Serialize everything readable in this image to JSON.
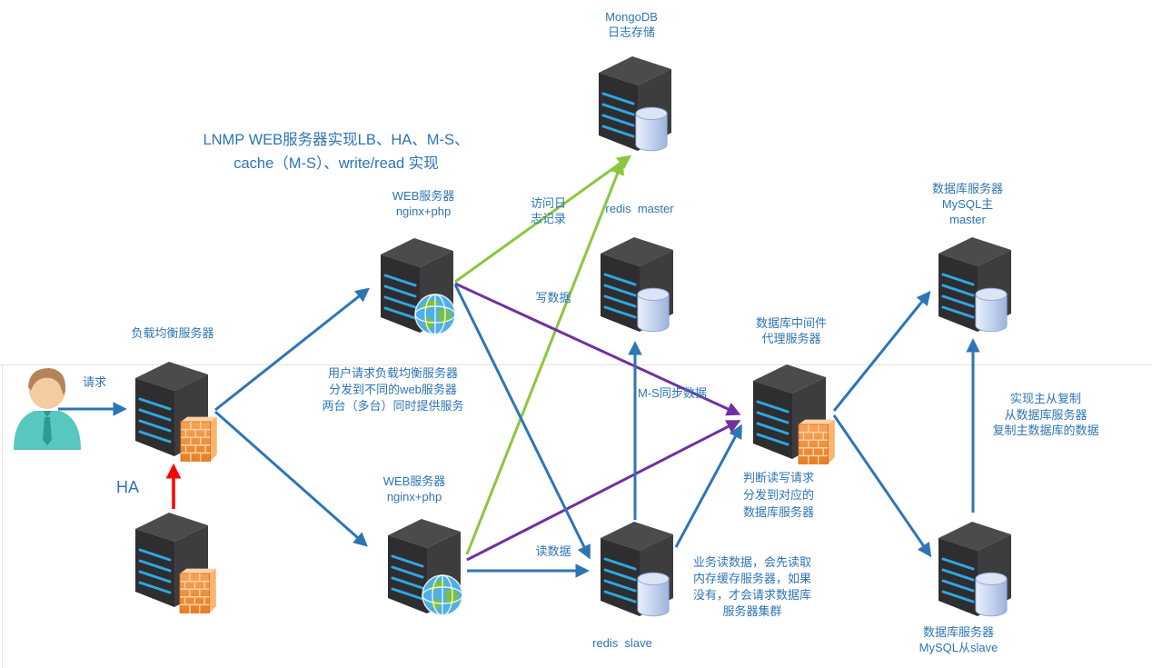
{
  "title": "LNMP WEB服务器实现LB、HA、M-S、\ncache（M-S）、write/read 实现",
  "nodes": {
    "load_balancer": {
      "label": "负载均衡服务器"
    },
    "web1": {
      "label": "WEB服务器\nnginx+php"
    },
    "web2": {
      "label": "WEB服务器\nnginx+php"
    },
    "mongodb": {
      "label": "MongoDB\n日志存储"
    },
    "redis_master": {
      "label": "redis  master"
    },
    "redis_slave": {
      "label": "redis  slave"
    },
    "db_proxy": {
      "label": "数据库中间件\n代理服务器"
    },
    "mysql_master": {
      "label": "数据库服务器\nMySQL主\nmaster"
    },
    "mysql_slave": {
      "label": "数据库服务器\nMySQL从slave"
    }
  },
  "edge_labels": {
    "request": "请求",
    "ha": "HA",
    "access_log": "访问日\n志记录",
    "write_data": "写数据",
    "read_data": "读数据",
    "ms_sync": "M-S同步数据"
  },
  "annotations": {
    "lb_note": "用户请求负载均衡服务器\n分发到不同的web服务器\n两台（多台）同时提供服务",
    "proxy_note": "判断读写请求\n分发到对应的\n数据库服务器",
    "cache_note": "业务读数据，会先读取\n内存缓存服务器，如果\n没有，才会请求数据库\n服务器集群",
    "replication_note": "实现主从复制\n从数据库服务器\n复制主数据库的数据"
  },
  "colors": {
    "text_blue": "#2E74B5",
    "arrow_blue": "#2E75B6",
    "arrow_green": "#8CC63E",
    "arrow_purple": "#7030A0",
    "arrow_red": "#FF0000",
    "firewall_orange": "#F0913B",
    "server_dark": "#3A3A3D",
    "stripe_blue": "#2FA8E1",
    "cylinder_blue": "#C4D3EE"
  }
}
